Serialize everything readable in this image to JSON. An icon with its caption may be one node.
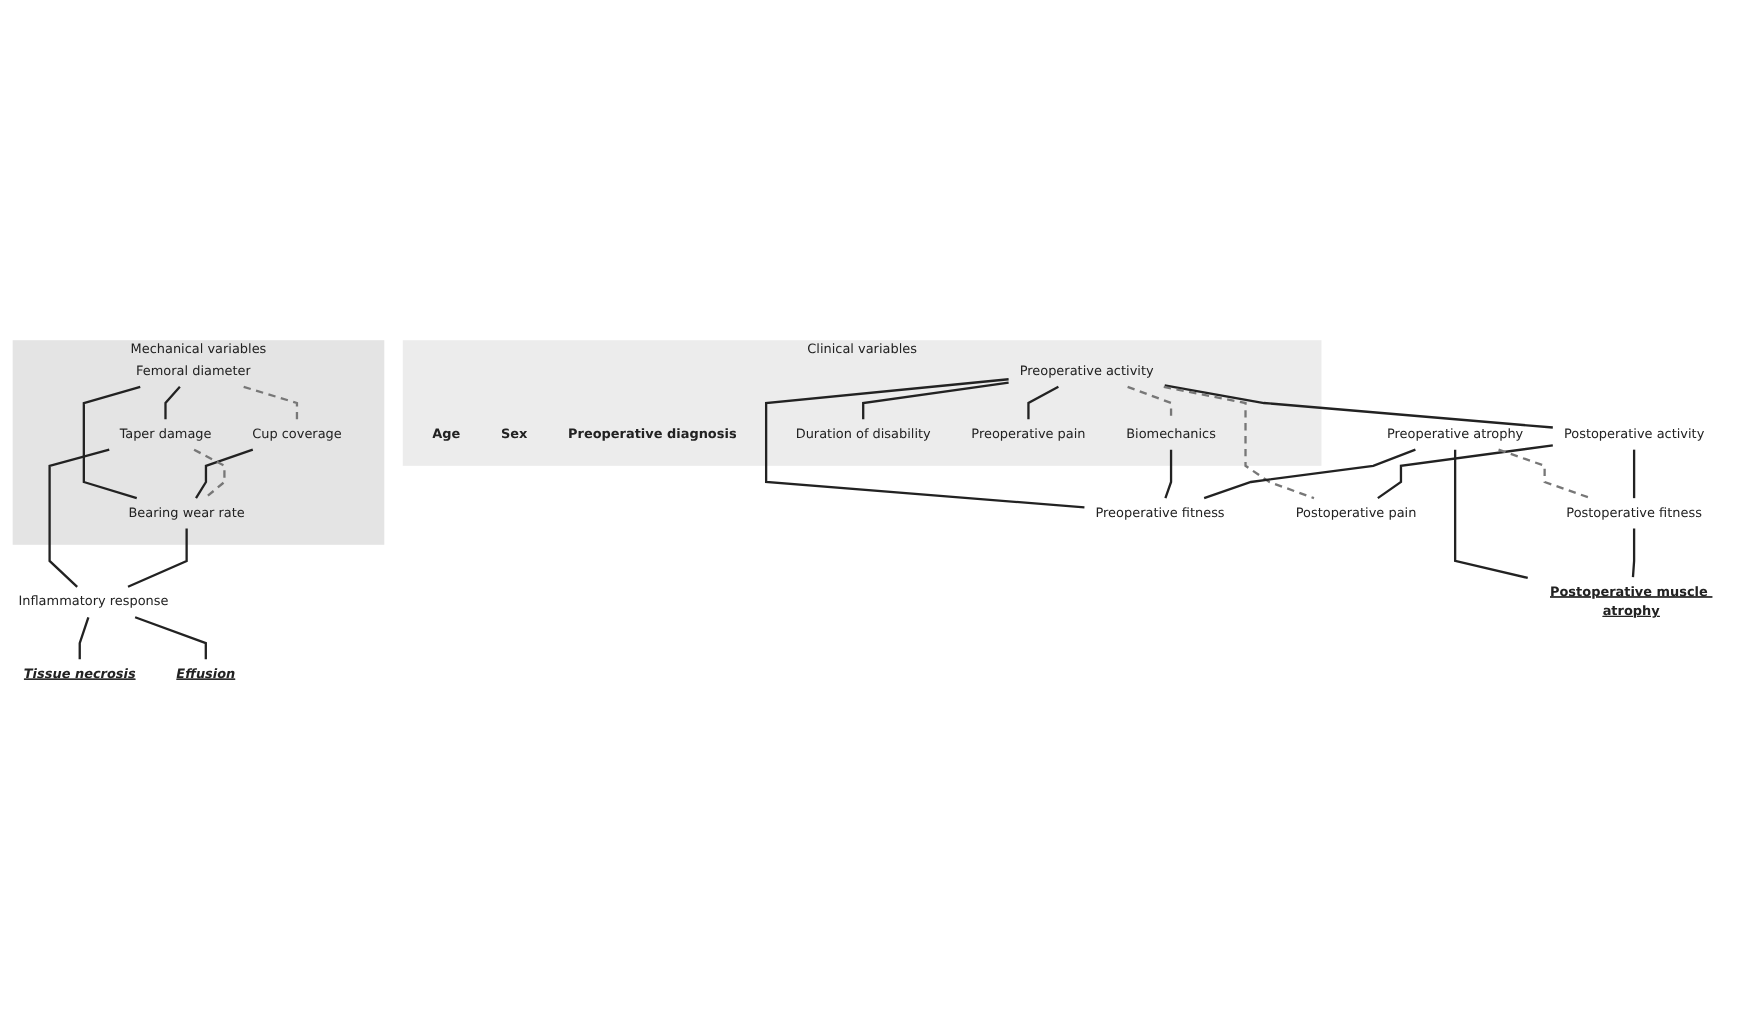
{
  "diagram": {
    "nodes": [
      {
        "text": [
          "Clinical variables"
        ]
      },
      {
        "text": [
          "Age"
        ],
        "in": 0
      },
      {
        "text": [
          "Sex"
        ],
        "in": 0
      },
      {
        "text": [
          "Preoperative diagnosis"
        ],
        "in": 0
      },
      {
        "text": [
          "Preoperative activity"
        ],
        "in": 0
      },
      {
        "text": [
          "Biomechanics"
        ],
        "in": 0
      },
      {
        "text": [
          "Duration of disability"
        ],
        "in": 0
      },
      {
        "text": [
          "Preoperative pain"
        ],
        "in": 0
      },
      {
        "text": [
          "Mechanical variables"
        ]
      },
      {
        "text": [
          "Femoral diameter"
        ],
        "in": 8
      },
      {
        "text": [
          "Cup coverage"
        ],
        "in": 8
      },
      {
        "text": [
          "Taper damage"
        ],
        "in": 8
      },
      {
        "text": [
          "Bearing wear rate"
        ],
        "in": 8
      },
      {
        "text": [
          "Preoperative atrophy"
        ]
      },
      {
        "text": [
          "Preoperative fitness"
        ]
      },
      {
        "text": [
          "Postoperative activity"
        ]
      },
      {
        "text": [
          "Postoperative pain"
        ]
      },
      {
        "text": [
          "Inflammatory response"
        ]
      },
      {
        "text": [
          "Postoperative fitness"
        ]
      },
      {
        "text": [
          "Tissue necrosis"
        ]
      },
      {
        "text": [
          "Postoperative muscle atrophy"
        ]
      },
      {
        "text": [
          "Effusion"
        ]
      }
    ],
    "edges": [
      {
        "from": 4,
        "to": 5,
        "arrow": "none",
        "style": "dashed",
        "color": "#777777"
      },
      {
        "from": 4,
        "to": 6,
        "arrow": "none"
      },
      {
        "from": 4,
        "to": 14,
        "arrow": "none"
      },
      {
        "from": 4,
        "to": 15,
        "arrow": "none"
      },
      {
        "from": 4,
        "to": 16,
        "arrow": "none",
        "style": "dashed",
        "color": "#777777"
      },
      {
        "from": 4,
        "to": 7,
        "arrow": "none"
      },
      {
        "from": 5,
        "to": 14,
        "arrow": "none"
      },
      {
        "from": 13,
        "to": 14,
        "arrow": "none"
      },
      {
        "from": 15,
        "to": 16,
        "arrow": "none"
      },
      {
        "from": 13,
        "to": 18,
        "arrow": "none",
        "style": "dashed",
        "color": "#777777"
      },
      {
        "from": 15,
        "to": 18,
        "arrow": "none"
      },
      {
        "from": 13,
        "to": 20,
        "arrow": "none"
      },
      {
        "from": 18,
        "to": 20,
        "arrow": "none"
      },
      {
        "from": 9,
        "to": 10,
        "arrow": "none",
        "style": "dashed",
        "color": "#777777"
      },
      {
        "from": 9,
        "to": 11,
        "arrow": "none"
      },
      {
        "from": 9,
        "to": 12,
        "arrow": "none"
      },
      {
        "from": 10,
        "to": 12,
        "arrow": "none"
      },
      {
        "from": 11,
        "to": 12,
        "arrow": "none",
        "style": "dashed",
        "color": "#777777"
      },
      {
        "from": 11,
        "to": 17,
        "arrow": "none"
      },
      {
        "from": 12,
        "to": 17,
        "arrow": "none"
      },
      {
        "from": 17,
        "to": 19,
        "arrow": "none"
      },
      {
        "from": 17,
        "to": 21,
        "arrow": "none"
      }
    ]
  }
}
